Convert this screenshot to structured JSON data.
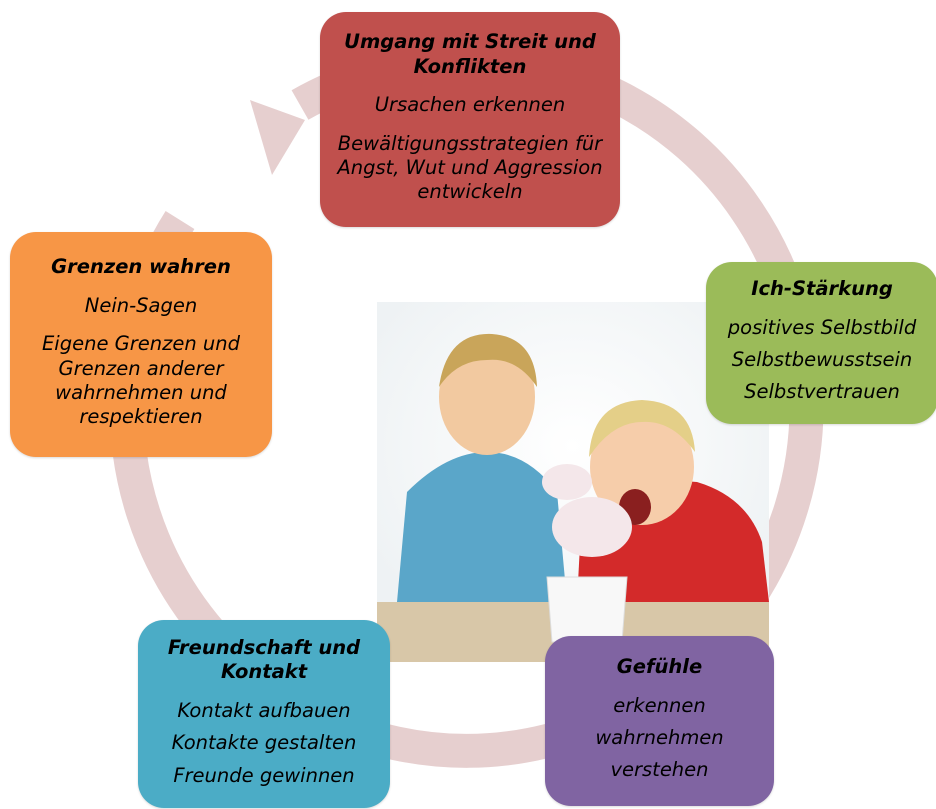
{
  "colors": {
    "ring": "#e6cfcf",
    "conflicts": "#c0504d",
    "self": "#9bbb59",
    "feelings": "#8064a2",
    "friends": "#4bacc6",
    "limits": "#f79646"
  },
  "conflicts": {
    "title": "Umgang mit Streit und Konflikten",
    "item1": "Ursachen erkennen",
    "item2": "Bewältigungsstrategien für Angst, Wut und Aggression entwickeln"
  },
  "self": {
    "title": "Ich-Stärkung",
    "item1": "positives Selbstbild",
    "item2": "Selbstbewusstsein",
    "item3": "Selbstvertrauen"
  },
  "feelings": {
    "title": "Gefühle",
    "item1": "erkennen",
    "item2": "wahrnehmen",
    "item3": "verstehen"
  },
  "friends": {
    "title": "Freundschaft und Kontakt",
    "item1": "Kontakt aufbauen",
    "item2": "Kontakte gestalten",
    "item3": "Freunde gewinnen"
  },
  "limits": {
    "title": "Grenzen wahren",
    "item1": "Nein-Sagen",
    "item2": "Eigene Grenzen und Grenzen anderer wahrnehmen und respektieren"
  }
}
